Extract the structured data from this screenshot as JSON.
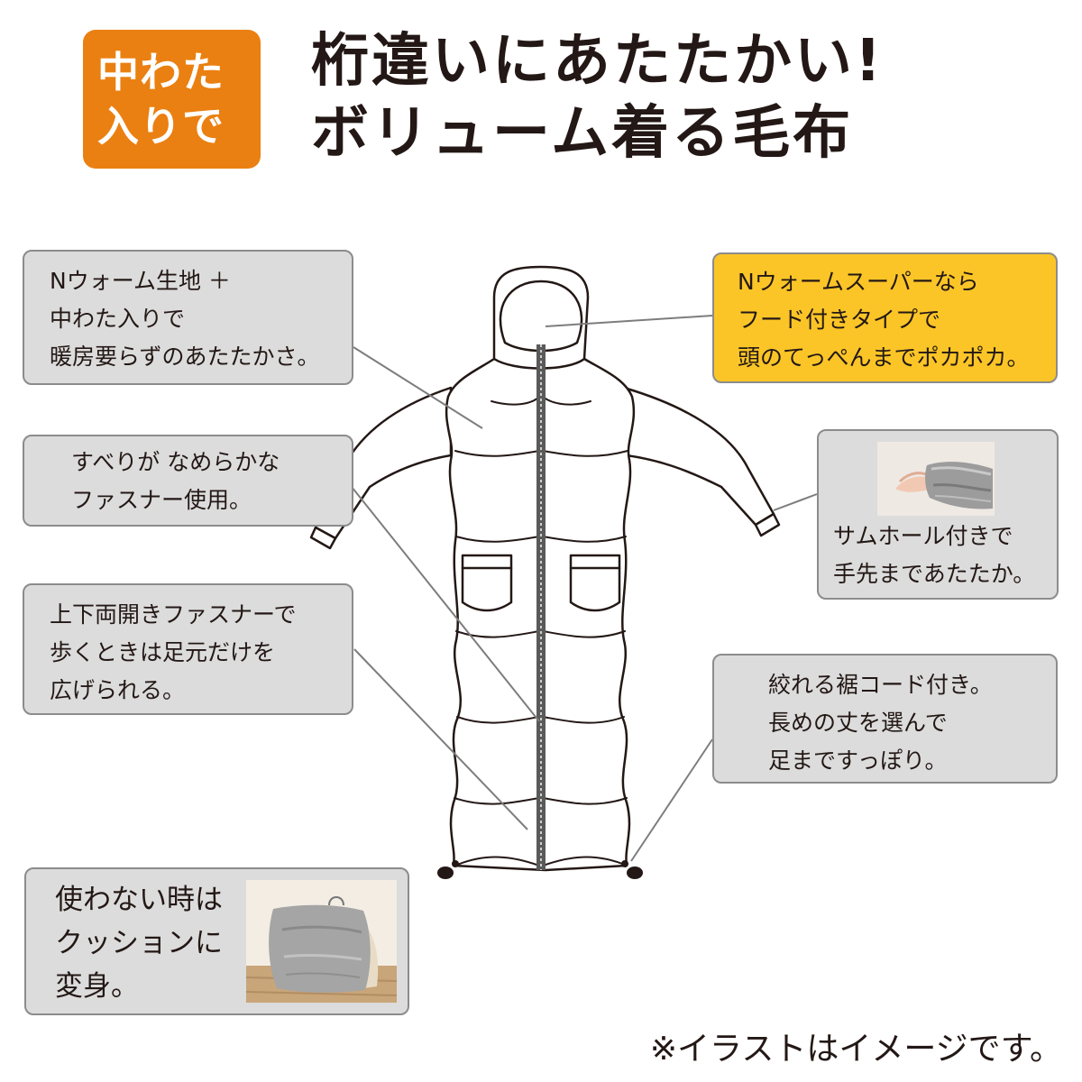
{
  "badge": {
    "line1": "中わた",
    "line2": "入りで",
    "color": "#ea8011"
  },
  "headline": {
    "line1": "桁違いにあたたかい!",
    "line2": "ボリューム着る毛布"
  },
  "callouts": {
    "fabric": {
      "lines": [
        "Nウォーム生地 ＋",
        "中わた入りで",
        "暖房要らずのあたたかさ。"
      ]
    },
    "zipper": {
      "lines": [
        "すべりが なめらかな",
        "ファスナー使用。"
      ]
    },
    "two_way": {
      "lines": [
        "上下両開きファスナーで",
        "歩くときは足元だけを",
        "広げられる。"
      ]
    },
    "hood": {
      "lines": [
        "Nウォームスーパーなら",
        "フード付きタイプで",
        "頭のてっぺんまでポカポカ。"
      ],
      "color": "#fbc527"
    },
    "thumb": {
      "lines": [
        "サムホール付きで",
        "手先まであたたか。"
      ]
    },
    "cord": {
      "lines": [
        "絞れる裾コード付き。",
        "長めの丈を選んで",
        "足まですっぽり。"
      ]
    },
    "cushion": {
      "lines": [
        "使わない時は",
        "クッションに",
        "変身。"
      ]
    }
  },
  "note": "※イラストはイメージです。",
  "icons": {
    "garment": "hooded-wearable-blanket-illustration",
    "hand_photo": "thumbhole-hand-photo",
    "cushion_photo": "cushion-photo"
  }
}
